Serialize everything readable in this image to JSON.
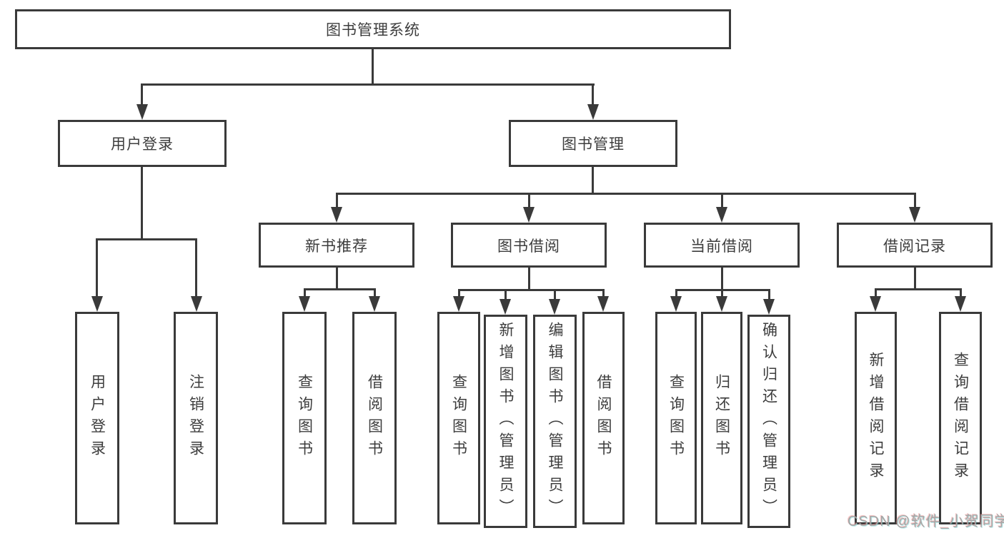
{
  "diagram": {
    "root": {
      "label": "图书管理系统"
    },
    "level2": [
      {
        "label": "用户登录"
      },
      {
        "label": "图书管理"
      }
    ],
    "level3": [
      {
        "label": "新书推荐"
      },
      {
        "label": "图书借阅"
      },
      {
        "label": "当前借阅"
      },
      {
        "label": "借阅记录"
      }
    ],
    "leaves": {
      "user_login": [
        {
          "label": "用户登录"
        },
        {
          "label": "注销登录"
        }
      ],
      "new_books": [
        {
          "label": "查询图书"
        },
        {
          "label": "借阅图书"
        }
      ],
      "book_borrow": [
        {
          "label": "查询图书"
        },
        {
          "label": "新增图书（管理员）"
        },
        {
          "label": "编辑图书（管理员）"
        },
        {
          "label": "借阅图书"
        }
      ],
      "current_borrow": [
        {
          "label": "查询图书"
        },
        {
          "label": "归还图书"
        },
        {
          "label": "确认归还（管理员）"
        }
      ],
      "borrow_records": [
        {
          "label": "新增借阅记录"
        },
        {
          "label": "查询借阅记录"
        }
      ]
    }
  },
  "watermark": {
    "text": "CSDN @软件_小贺同学"
  },
  "colors": {
    "line": "#3a3a3a",
    "text": "#3d3d3d",
    "watermark": "#a6a6a6",
    "background": "#ffffff"
  }
}
